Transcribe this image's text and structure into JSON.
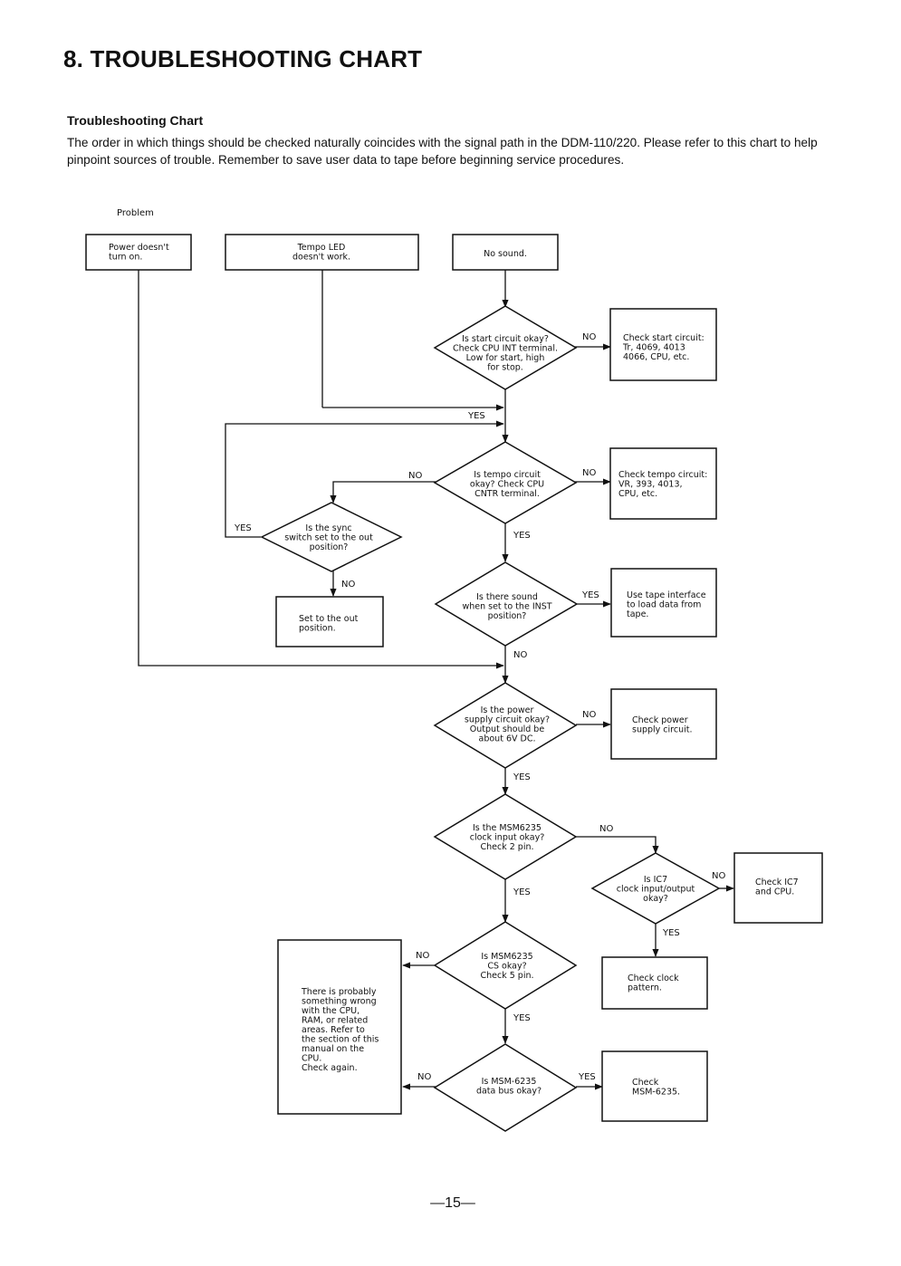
{
  "title": "8. TROUBLESHOOTING CHART",
  "subtitle": "Troubleshooting Chart",
  "intro": "The order in which things should be checked naturally coincides with the signal path in the DDM-110/220. Please refer to this chart to help pinpoint sources of trouble. Remember to save user data to tape before beginning service procedures.",
  "page_number": "—15—",
  "chart": {
    "problem_label": "Problem",
    "nodes": {
      "power_problem": [
        "Power doesn't",
        "turn on."
      ],
      "tempo_led_problem": [
        "Tempo LED",
        "doesn't work."
      ],
      "no_sound": [
        "No sound."
      ],
      "start_circuit_q": [
        "Is start circuit okay?",
        "Check CPU INT terminal.",
        "Low for start, high",
        "for stop."
      ],
      "check_start_circuit": [
        "Check start circuit:",
        "Tr, 4069, 4013",
        "4066, CPU, etc."
      ],
      "tempo_circuit_q": [
        "Is tempo circuit",
        "okay? Check CPU",
        "CNTR terminal."
      ],
      "check_tempo_circuit": [
        "Check tempo circuit:",
        "VR, 393, 4013,",
        "CPU, etc."
      ],
      "sync_switch_q": [
        "Is the sync",
        "switch set to the out",
        "position?"
      ],
      "set_out_position": [
        "Set to the out",
        "position."
      ],
      "inst_sound_q": [
        "Is there sound",
        "when set to the INST",
        "position?"
      ],
      "tape_interface": [
        "Use tape interface",
        "to load data from",
        "tape."
      ],
      "power_supply_q": [
        "Is the power",
        "supply circuit okay?",
        "Output should be",
        "about 6V DC."
      ],
      "check_power_supply": [
        "Check power",
        "supply circuit."
      ],
      "clock_input_q": [
        "Is the MSM6235",
        "clock input okay?",
        "Check 2 pin."
      ],
      "ic7_clock_q": [
        "Is IC7",
        "clock input/output",
        "okay?"
      ],
      "check_ic7": [
        "Check IC7",
        "and CPU."
      ],
      "check_clock_pattern": [
        "Check clock",
        "pattern."
      ],
      "cs_q": [
        "Is MSM6235",
        "CS okay?",
        "Check 5 pin."
      ],
      "cpu_ram_problem": [
        "There is probably",
        "something wrong",
        "with the CPU,",
        "RAM, or related",
        "areas. Refer to",
        "the section of this",
        "manual on the",
        "CPU.",
        "Check again."
      ],
      "data_bus_q": [
        "Is MSM-6235",
        "data bus okay?"
      ],
      "check_msm6235": [
        "Check",
        "MSM-6235."
      ]
    },
    "labels": {
      "yes": "YES",
      "no": "NO"
    }
  }
}
